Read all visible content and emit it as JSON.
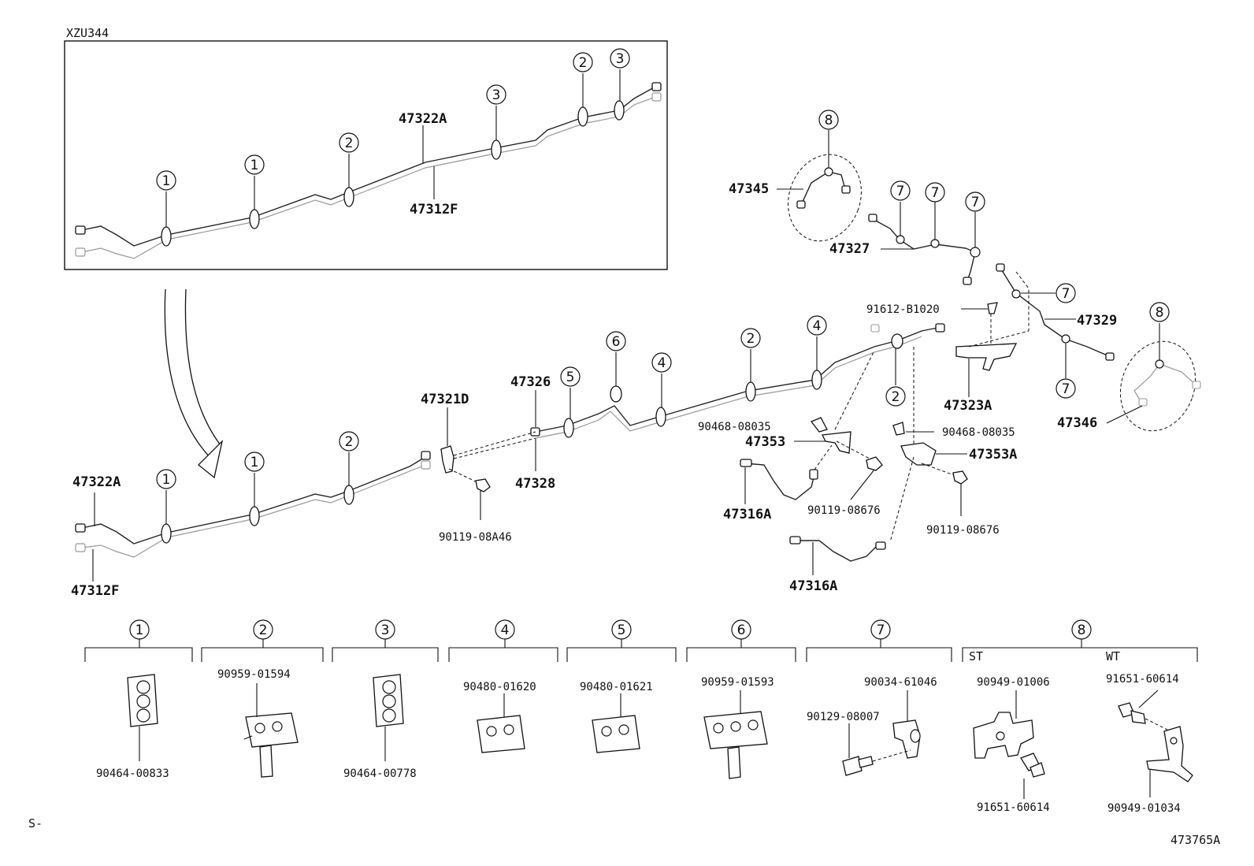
{
  "diagram": {
    "inset_code": "XZU344",
    "footer_prefix": "S-",
    "footer_code": "473765A",
    "inset_labels": [
      "47322A",
      "47312F"
    ],
    "main_labels": {
      "l47322A": "47322A",
      "l47312F": "47312F",
      "l47321D": "47321D",
      "l47326": "47326",
      "l47328": "47328",
      "l90119_08A46": "90119-08A46",
      "l47345": "47345",
      "l47327": "47327",
      "l91612_B1020": "91612-B1020",
      "l47329": "47329",
      "l47323A": "47323A",
      "l47346": "47346",
      "l90468_a": "90468-08035",
      "l47353": "47353",
      "l47316A_a": "47316A",
      "l90119_08676_a": "90119-08676",
      "l90468_b": "90468-08035",
      "l47353A": "47353A",
      "l90119_08676_b": "90119-08676",
      "l47316A_b": "47316A"
    },
    "callout_numbers": [
      "1",
      "2",
      "3",
      "4",
      "5",
      "6",
      "7",
      "8"
    ],
    "legend": [
      {
        "num": "1",
        "parts": [
          "90464-00833"
        ]
      },
      {
        "num": "2",
        "parts": [
          "90959-01594"
        ]
      },
      {
        "num": "3",
        "parts": [
          "90464-00778"
        ]
      },
      {
        "num": "4",
        "parts": [
          "90480-01620"
        ]
      },
      {
        "num": "5",
        "parts": [
          "90480-01621"
        ]
      },
      {
        "num": "6",
        "parts": [
          "90959-01593"
        ]
      },
      {
        "num": "7",
        "parts": [
          "90034-61046",
          "90129-08007"
        ]
      },
      {
        "num": "8",
        "parts": [
          "90949-01006",
          "91651-60614",
          "91651-60614",
          "90949-01034"
        ],
        "sub": [
          "ST",
          "WT"
        ]
      }
    ]
  }
}
